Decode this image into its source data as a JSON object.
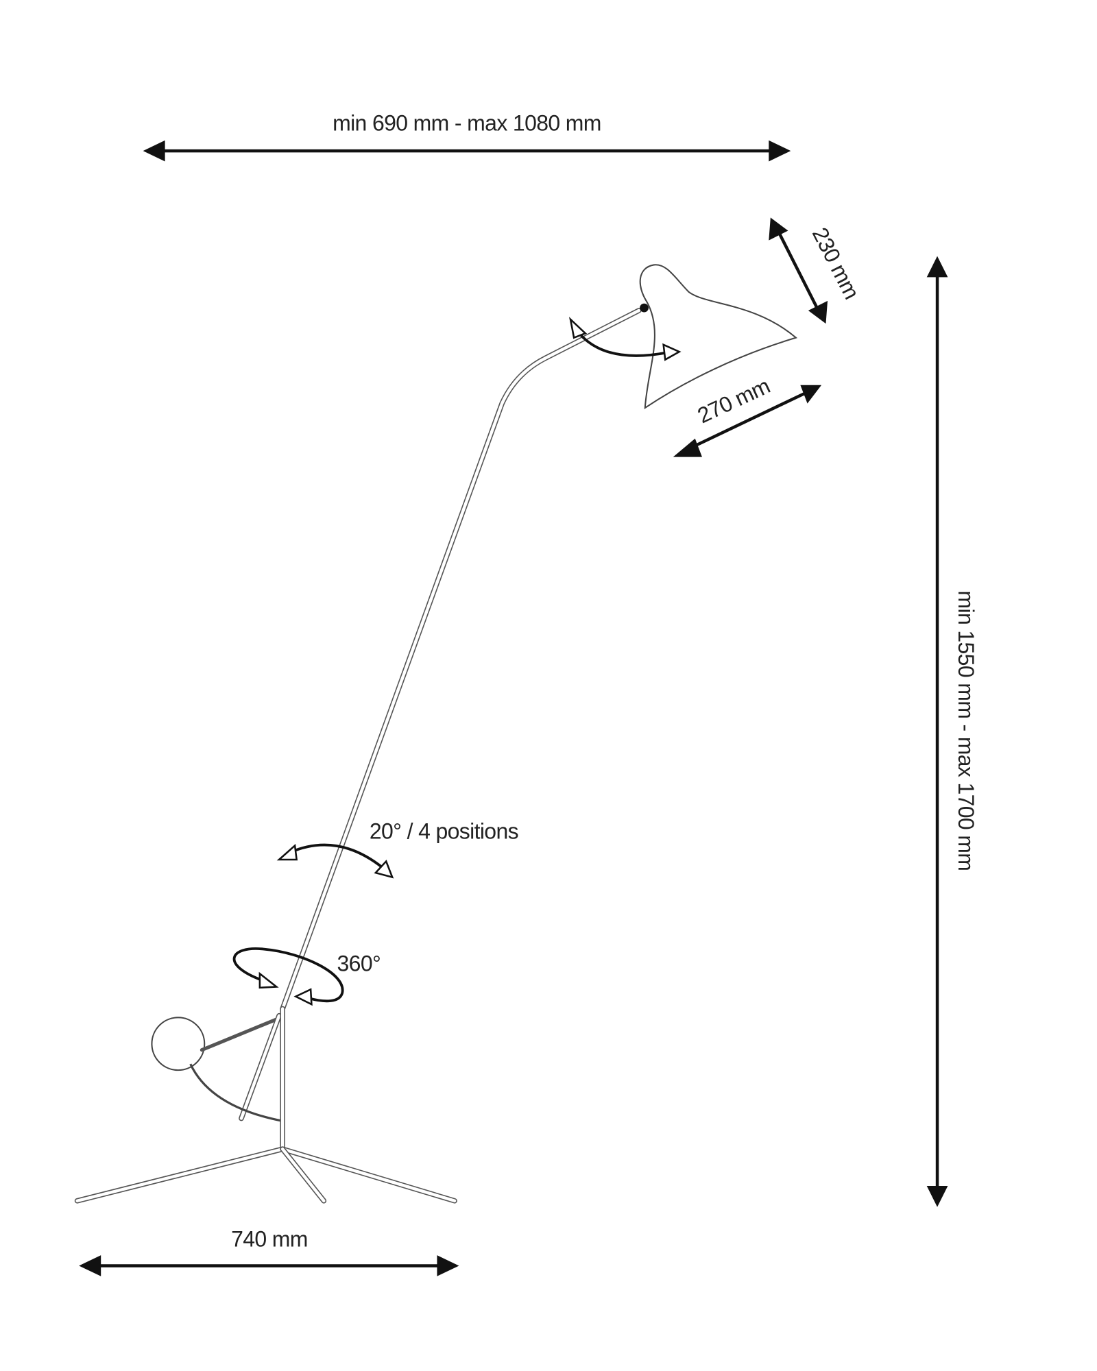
{
  "labels": {
    "width_range": "min 690 mm - max 1080 mm",
    "height_range": "min 1550 mm - max 1700 mm",
    "shade_depth": "230 mm",
    "shade_length": "270 mm",
    "arm_tilt": "20° / 4 positions",
    "rotation": "360°",
    "base_width": "740 mm"
  },
  "colors": {
    "line": "#111111",
    "background": "#ffffff"
  }
}
